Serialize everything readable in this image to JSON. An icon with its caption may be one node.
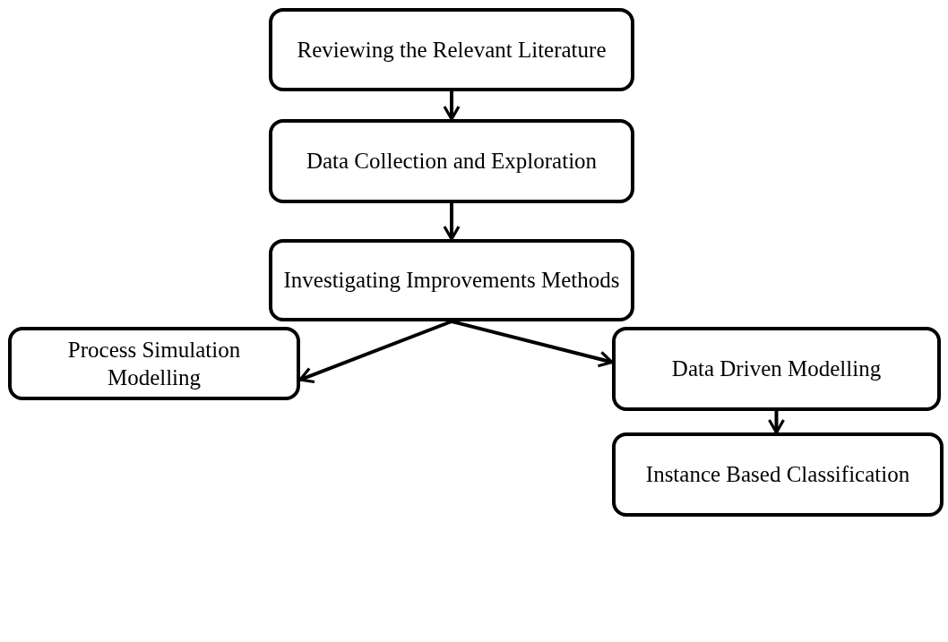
{
  "diagram": {
    "nodes": [
      {
        "text": [
          "Reviewing the Relevant Literature"
        ]
      },
      {
        "text": [
          "Data Collection and Exploration"
        ]
      },
      {
        "text": [
          "Investigating Improvements Methods"
        ]
      },
      {
        "text": [
          "Process Simulation Modelling"
        ]
      },
      {
        "text": [
          "Data Driven Modelling"
        ]
      },
      {
        "text": [
          "Instance Based Classification"
        ]
      }
    ],
    "edges": [
      {
        "from": 0,
        "to": 1,
        "arrow": "to"
      },
      {
        "from": 1,
        "to": 2,
        "arrow": "to"
      },
      {
        "from": 2,
        "to": 3,
        "arrow": "to"
      },
      {
        "from": 2,
        "to": 4,
        "arrow": "to"
      },
      {
        "from": 4,
        "to": 5,
        "arrow": "to"
      }
    ]
  }
}
